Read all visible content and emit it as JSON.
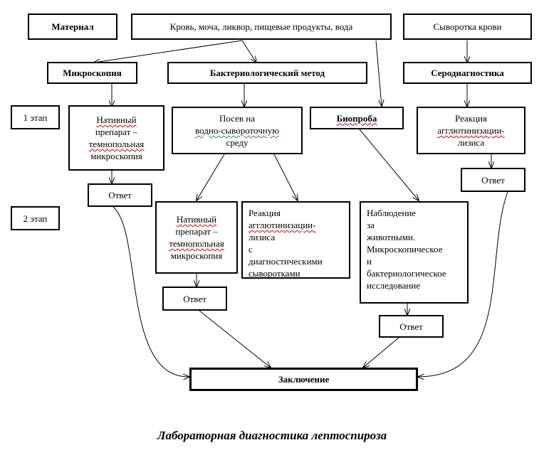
{
  "row1": {
    "material": "Материал",
    "samples": "Кровь, моча, ликвор, пищевые продукты, вода",
    "serum": "Сыворотка крови"
  },
  "methods": {
    "microscopy": "Микроскопия",
    "bacteriological": "Бактериологический метод",
    "bioproba": "Биопроба",
    "serodiagnostics": "Серодиагностика"
  },
  "stages": {
    "stage1": "1 этап",
    "stage2": "2 этап"
  },
  "stage1_boxes": {
    "native1": [
      "Нативный",
      "препарат –",
      "темнопольная",
      "микроскопия"
    ],
    "seeding": [
      "Посев на",
      "водно-сывороточную",
      "среду"
    ],
    "agglutination1": [
      "Реакция",
      "агглютинизации-",
      "лизиса"
    ]
  },
  "stage2_boxes": {
    "native2": [
      "Нативный",
      "препарат –",
      "темнопольная",
      "микроскопия"
    ],
    "agglutination2": [
      "Реакция",
      "агглютинизации-",
      "лизиса",
      "с",
      "диагностическими",
      "сыворотками"
    ],
    "observation": [
      "Наблюдение",
      "за",
      "животными.",
      "Микроскопическое",
      "и",
      "бактериологическое",
      "исследование"
    ]
  },
  "answer": "Ответ",
  "conclusion": "Заключение",
  "caption": "Лабораторная диагностика лептоспироза"
}
